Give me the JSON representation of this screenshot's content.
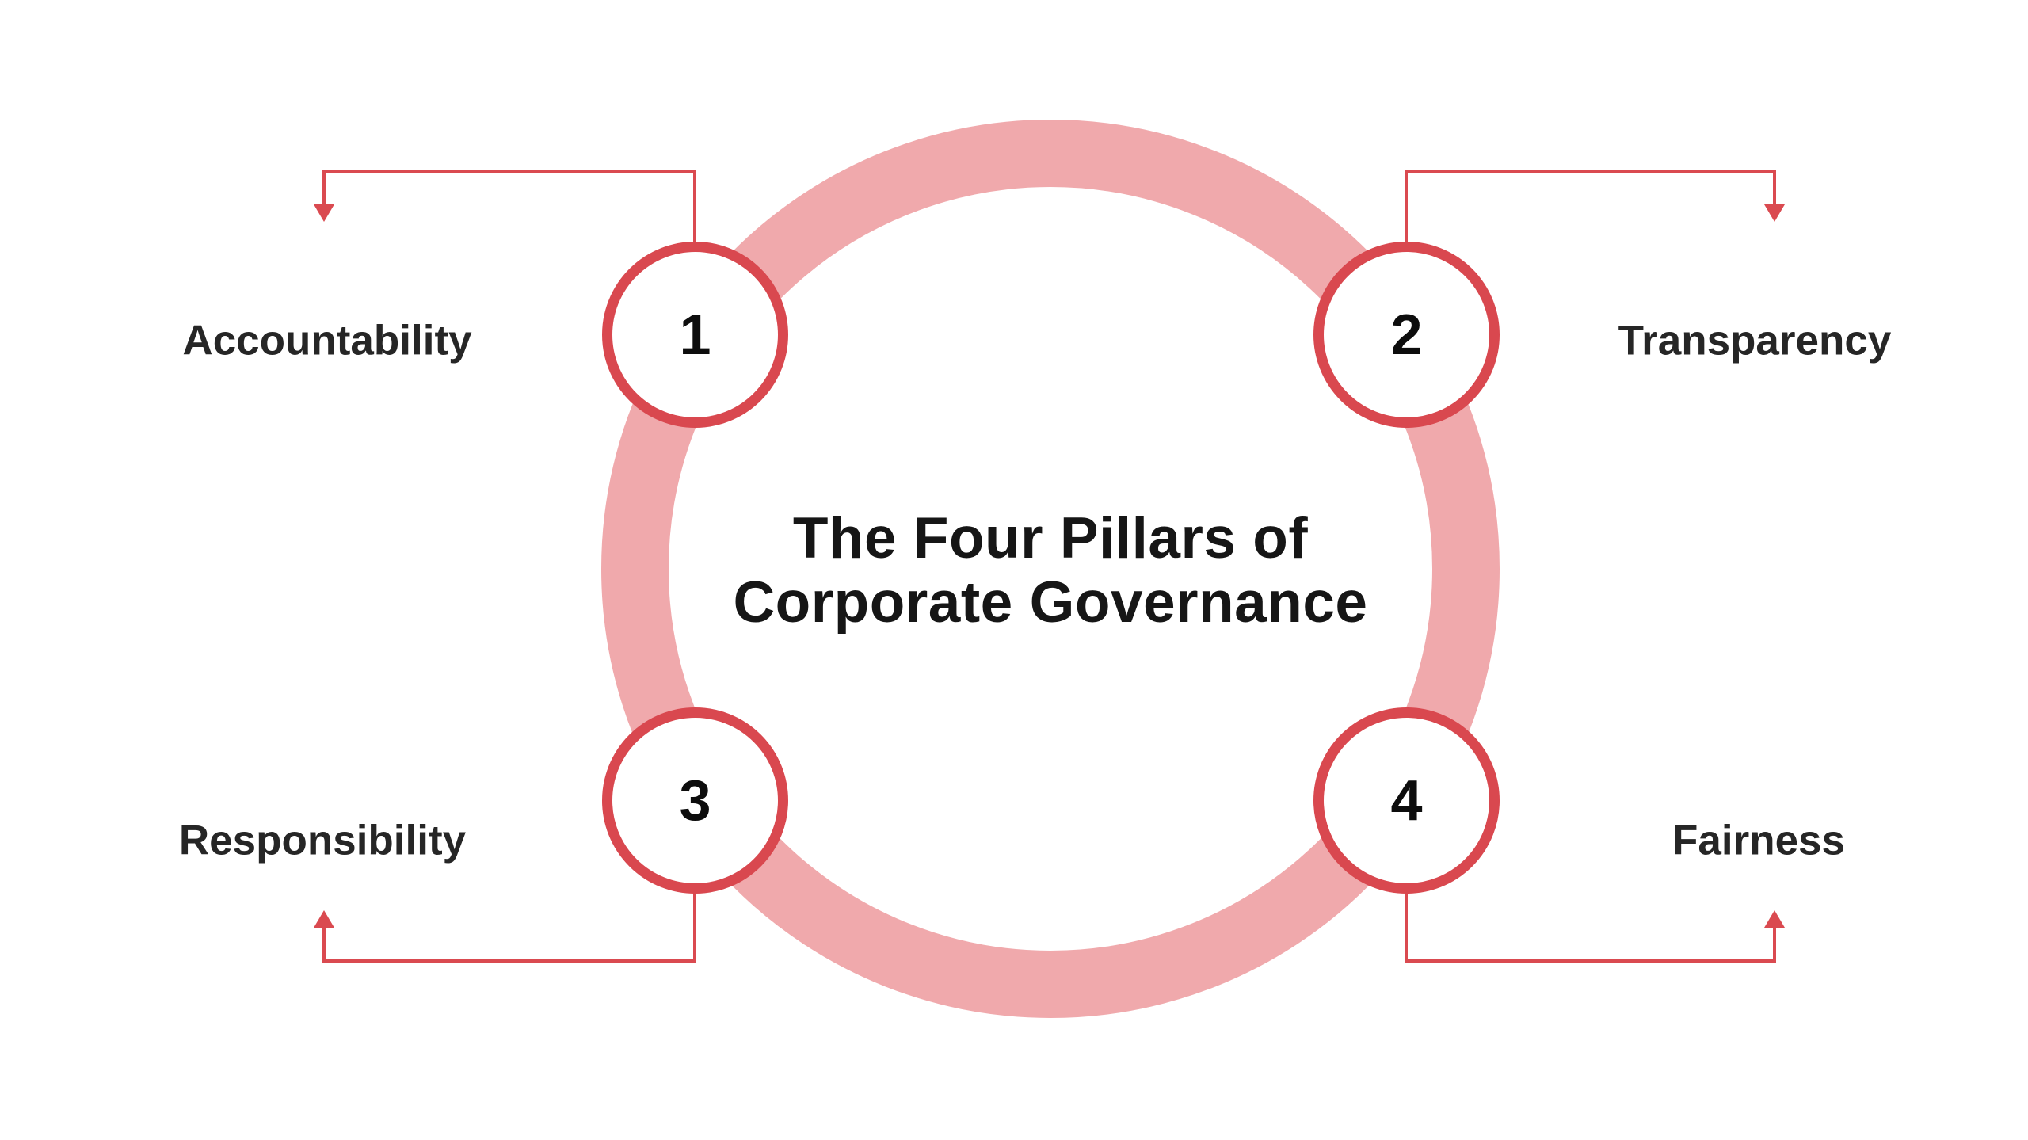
{
  "title": {
    "line1": "The Four Pillars of",
    "line2": "Corporate Governance"
  },
  "pillars": [
    {
      "number": "1",
      "label": "Accountability",
      "position": "top-left"
    },
    {
      "number": "2",
      "label": "Transparency",
      "position": "top-right"
    },
    {
      "number": "3",
      "label": "Responsibility",
      "position": "bottom-left"
    },
    {
      "number": "4",
      "label": "Fairness",
      "position": "bottom-right"
    }
  ],
  "icons": {
    "arrow_down": "triangle-down",
    "arrow_up": "triangle-up"
  },
  "colors": {
    "background": "#ffffff",
    "ring_pink": "#F0A9AC",
    "accent_red": "#D9484F",
    "connector_red": "#DA4A50",
    "title_color": "#161616",
    "label_color": "#262626",
    "number_color": "#0d0d0d"
  }
}
